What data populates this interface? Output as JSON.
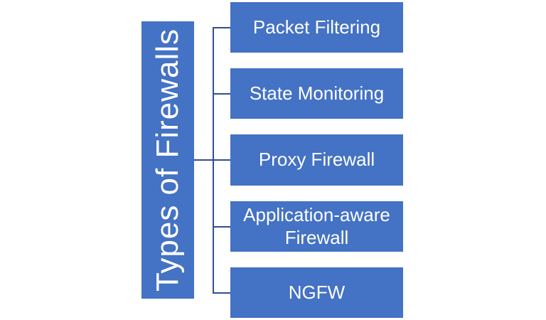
{
  "root": {
    "label": "Types of Firewalls"
  },
  "children": [
    {
      "label": "Packet Filtering"
    },
    {
      "label": "State Monitoring"
    },
    {
      "label": "Proxy Firewall"
    },
    {
      "label": "Application-aware Firewall"
    },
    {
      "label": "NGFW"
    }
  ],
  "colors": {
    "box_fill": "#4472c4",
    "text": "#ffffff",
    "connector": "#2f4f8f",
    "background": "#ffffff"
  }
}
